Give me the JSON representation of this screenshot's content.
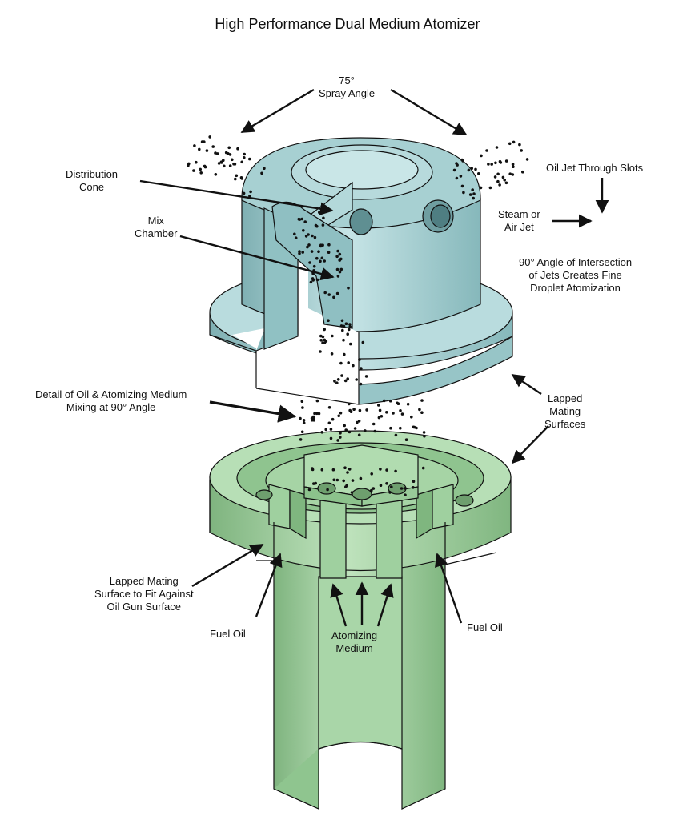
{
  "title": "High Performance Dual Medium Atomizer",
  "colors": {
    "cap": "#a9d2d4",
    "base": "#9fcf9f",
    "outline": "#111111"
  },
  "labels": {
    "spray_angle": [
      "75°",
      "Spray Angle"
    ],
    "distribution_cone": [
      "Distribution",
      "Cone"
    ],
    "mix_chamber": [
      "Mix",
      "Chamber"
    ],
    "oil_jet": "Oil Jet Through Slots",
    "steam_air_jet": [
      "Steam or",
      "Air Jet"
    ],
    "intersection": [
      "90° Angle of Intersection",
      "of Jets Creates Fine",
      "Droplet Atomization"
    ],
    "detail_mixing": [
      "Detail of Oil & Atomizing Medium",
      "Mixing at 90° Angle"
    ],
    "lapped_mating": [
      "Lapped",
      "Mating",
      "Surfaces"
    ],
    "lapped_oil_gun": [
      "Lapped Mating",
      "Surface to Fit Against",
      "Oil Gun Surface"
    ],
    "fuel_oil_left": "Fuel Oil",
    "atomizing_medium": [
      "Atomizing",
      "Medium"
    ],
    "fuel_oil_right": "Fuel Oil"
  }
}
